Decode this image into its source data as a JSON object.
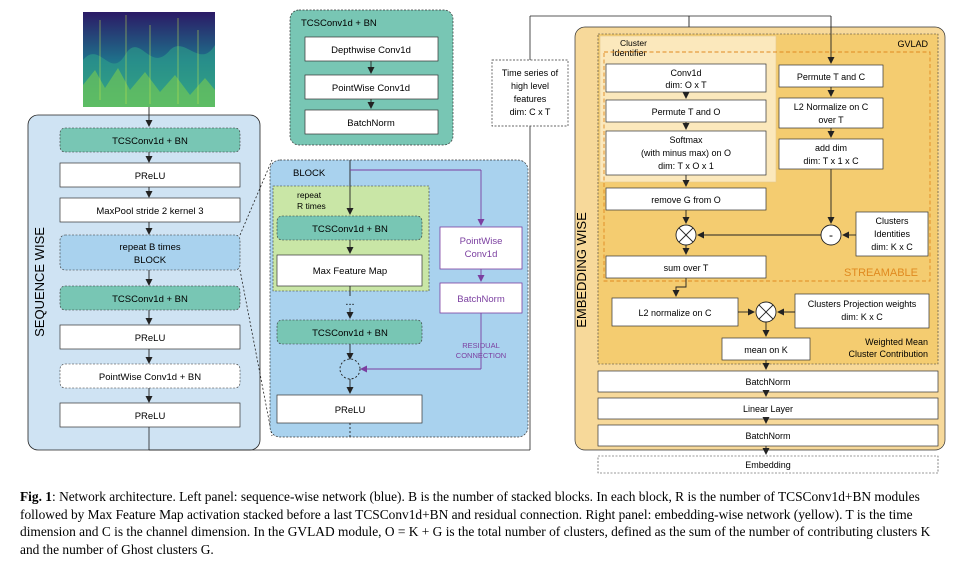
{
  "colors": {
    "seq_panel": "#cfe3f3",
    "block_panel": "#a9d2ee",
    "teal": "#78c6b4",
    "green": "#c9e6a6",
    "purple": "#7b3fa0",
    "gvlad_outer": "#f7d99a",
    "gvlad_inner": "#f4cc70",
    "cluster_bg": "#fbe8bc",
    "streamable": "#e08a20"
  },
  "sequence": {
    "title": "SEQUENCE WISE",
    "tcs1": "TCSConv1d + BN",
    "prelu1": "PReLU",
    "maxpool": "MaxPool stride 2 kernel 3",
    "repeat_line1": "repeat B times",
    "repeat_line2": "BLOCK",
    "tcs2": "TCSConv1d + BN",
    "prelu2": "PReLU",
    "pointwise": "PointWise Conv1d + BN",
    "prelu3": "PReLU"
  },
  "tcs_detail": {
    "title": "TCSConv1d + BN",
    "depthwise": "Depthwise Conv1d",
    "pointwise": "PointWise Conv1d",
    "batchnorm": "BatchNorm"
  },
  "block": {
    "title": "BLOCK",
    "repeat_line1": "repeat",
    "repeat_line2": "R times",
    "tcs1": "TCSConv1d + BN",
    "mfm": "Max Feature Map",
    "dots": "...",
    "tcs2": "TCSConv1d + BN",
    "prelu": "PReLU",
    "res_pointwise_line1": "PointWise",
    "res_pointwise_line2": "Conv1d",
    "res_batchnorm": "BatchNorm",
    "residual_line1": "RESIDUAL",
    "residual_line2": "CONNECTION"
  },
  "timeseries": {
    "line1": "Time series of",
    "line2": "high level",
    "line3": "features",
    "line4": "dim: C x T"
  },
  "embedding": {
    "title": "EMBEDDING WISE",
    "gvlad": "GVLAD",
    "cluster_line1": "Cluster",
    "cluster_line2": "Identifier",
    "conv_line1": "Conv1d",
    "conv_line2": "dim: O x T",
    "permute_to": "Permute T and O",
    "softmax_line1": "Softmax",
    "softmax_line2": "(with minus max) on O",
    "softmax_line3": "dim: T x O x 1",
    "remove_g": "remove G from O",
    "permute_tc": "Permute T and C",
    "l2c_line1": "L2 Normalize on C",
    "l2c_line2": "over T",
    "adddim_line1": "add dim",
    "adddim_line2": "dim: T x 1 x C",
    "clusters_line1": "Clusters",
    "clusters_line2": "Identities",
    "clusters_line3": "dim: K x C",
    "minus": "-",
    "sum_t": "sum over T",
    "streamable": "STREAMABLE",
    "l2norm_c": "L2 normalize on C",
    "proj_line1": "Clusters Projection weights",
    "proj_line2": "dim: K x C",
    "mean_k": "mean on K",
    "weighted_line1": "Weighted Mean",
    "weighted_line2": "Cluster Contribution",
    "batchnorm1": "BatchNorm",
    "linear": "Linear Layer",
    "batchnorm2": "BatchNorm",
    "embedding": "Embedding"
  },
  "caption": {
    "label": "Fig. 1",
    "text": ": Network architecture. Left panel: sequence-wise network (blue). B is the number of stacked blocks. In each block, R is the number of TCSConv1d+BN modules followed by Max Feature Map activation stacked before a last TCSConv1d+BN and residual connection. Right panel: embedding-wise network (yellow). T is the time dimension and C is the channel dimension. In the GVLAD module, O = K + G is the total number of clusters, defined as the sum of the number of contributing clusters K and the number of Ghost clusters G."
  }
}
